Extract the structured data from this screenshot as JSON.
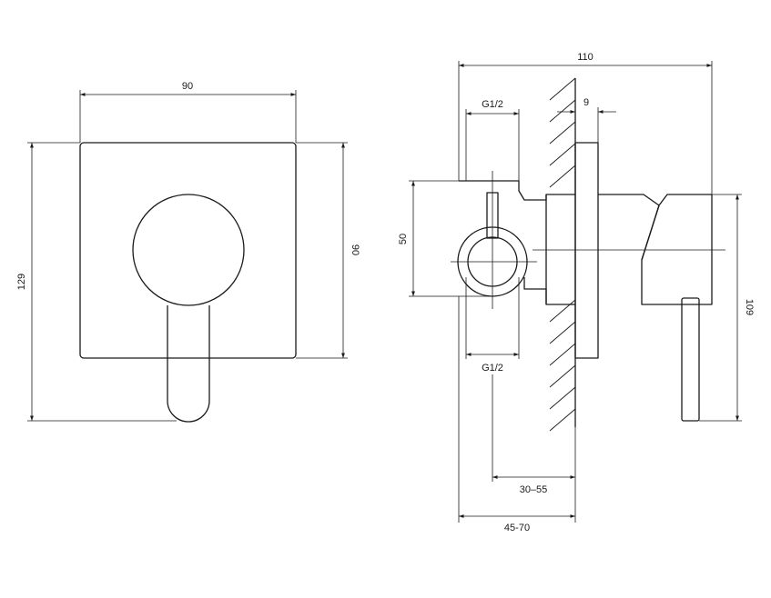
{
  "dimensions": {
    "front_width": "90",
    "front_height_plate": "90",
    "front_total_height": "129",
    "side_total_depth": "110",
    "thread_top": "G1/2",
    "thread_bottom": "G1/2",
    "plate_thickness": "9",
    "inlet_height": "50",
    "side_total_height": "109",
    "install_depth_inner": "30–55",
    "install_depth_outer": "45-70"
  }
}
